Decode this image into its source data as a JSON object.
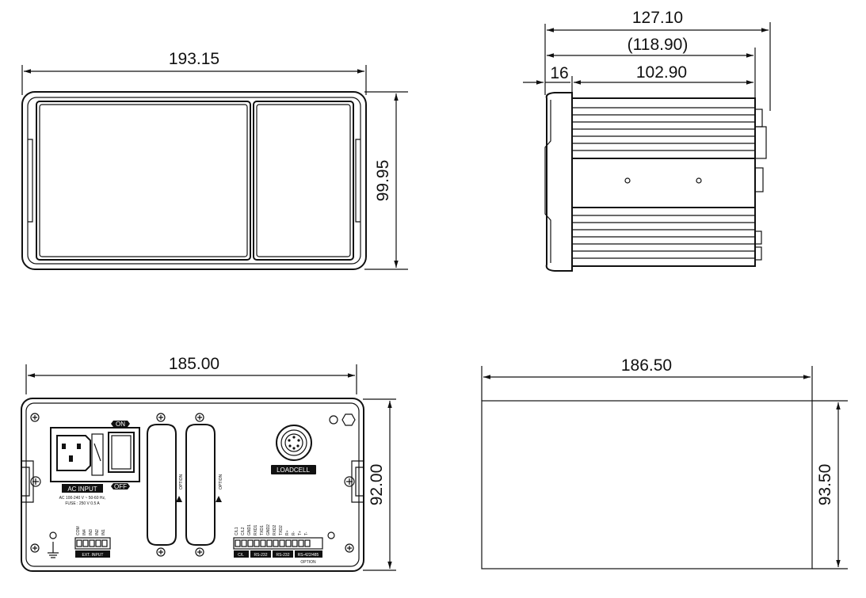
{
  "views": {
    "front": {
      "width": "193.15",
      "height": "99.95"
    },
    "side": {
      "overall": "127.10",
      "body": "(118.90)",
      "bezel": "16",
      "depth": "102.90"
    },
    "rear": {
      "width": "185.00",
      "height": "92.00",
      "labels": {
        "on": "ON",
        "off": "OFF",
        "ac_input": "AC INPUT",
        "ac_spec_1": "AC 100-240 V ~  50-60 Hz,",
        "ac_spec_2": "FUSE : 250 V   0.5 A",
        "ext_input": "EXT. INPUT",
        "loadcell": "LOADCELL",
        "option_slot_1": "OPTION",
        "option_slot_2": "OPTION",
        "option_bottom": "OPTION",
        "ext_pins": [
          "COM",
          "IN4",
          "IN3",
          "IN2",
          "IN1"
        ],
        "io_pins": [
          "C/L1",
          "C/L2",
          "GND1",
          "RXD1",
          "TXD1",
          "GND2",
          "RXD2",
          "TXD2",
          "R+",
          "R-",
          "T+",
          "T-"
        ],
        "groups": [
          "C/L",
          "RS-232",
          "RS-232",
          "RS-422/485"
        ]
      }
    },
    "cutout": {
      "width": "186.50",
      "height": "93.50"
    }
  }
}
